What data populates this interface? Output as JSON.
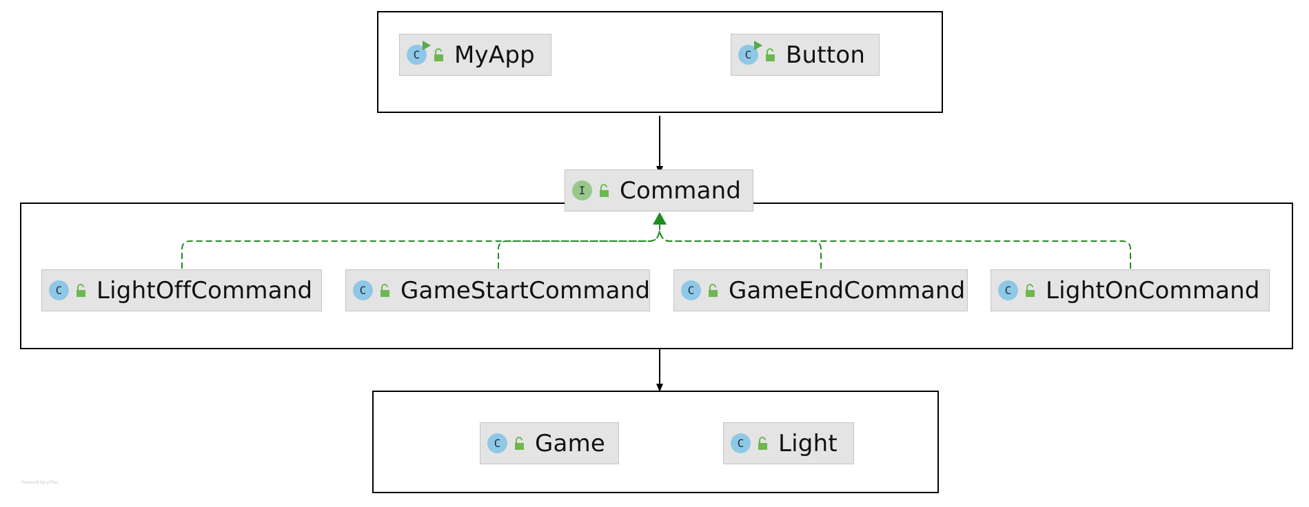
{
  "groups": [
    {
      "id": "client",
      "nodes": [
        "MyApp",
        "Button"
      ]
    },
    {
      "id": "commands",
      "nodes": [
        "LightOffCommand",
        "GameStartCommand",
        "GameEndCommand",
        "LightOnCommand"
      ]
    },
    {
      "id": "receivers",
      "nodes": [
        "Game",
        "Light"
      ]
    }
  ],
  "nodes": {
    "myapp": {
      "label": "MyApp",
      "kind": "class",
      "badge_letter": "C",
      "runnable": true,
      "icon": "class-icon"
    },
    "button": {
      "label": "Button",
      "kind": "class",
      "badge_letter": "C",
      "runnable": true,
      "icon": "class-icon"
    },
    "command": {
      "label": "Command",
      "kind": "interface",
      "badge_letter": "I",
      "runnable": false,
      "icon": "interface-icon"
    },
    "light_off_command": {
      "label": "LightOffCommand",
      "kind": "class",
      "badge_letter": "C",
      "runnable": false,
      "icon": "class-icon"
    },
    "game_start_command": {
      "label": "GameStartCommand",
      "kind": "class",
      "badge_letter": "C",
      "runnable": false,
      "icon": "class-icon"
    },
    "game_end_command": {
      "label": "GameEndCommand",
      "kind": "class",
      "badge_letter": "C",
      "runnable": false,
      "icon": "class-icon"
    },
    "light_on_command": {
      "label": "LightOnCommand",
      "kind": "class",
      "badge_letter": "C",
      "runnable": false,
      "icon": "class-icon"
    },
    "game": {
      "label": "Game",
      "kind": "class",
      "badge_letter": "C",
      "runnable": false,
      "icon": "class-icon"
    },
    "light": {
      "label": "Light",
      "kind": "class",
      "badge_letter": "C",
      "runnable": false,
      "icon": "class-icon"
    }
  },
  "edges": [
    {
      "from": "client group",
      "to": "Command",
      "type": "association",
      "color": "#000000"
    },
    {
      "from": "commands group",
      "to": "receivers group",
      "type": "association",
      "color": "#000000"
    },
    {
      "from": "LightOffCommand",
      "to": "Command",
      "type": "realization",
      "color": "#1f8c1f"
    },
    {
      "from": "GameStartCommand",
      "to": "Command",
      "type": "realization",
      "color": "#1f8c1f"
    },
    {
      "from": "GameEndCommand",
      "to": "Command",
      "type": "realization",
      "color": "#1f8c1f"
    },
    {
      "from": "LightOnCommand",
      "to": "Command",
      "type": "realization",
      "color": "#1f8c1f"
    }
  ],
  "colors": {
    "node_fill": "#e4e4e4",
    "node_border": "#c4c4c4",
    "class_badge": "#8fc8e6",
    "interface_badge": "#99c98a",
    "visibility_icon": "#6cb84f",
    "realization_edge": "#1f8c1f",
    "association_edge": "#000000"
  },
  "watermark": "Powered by yFiles"
}
